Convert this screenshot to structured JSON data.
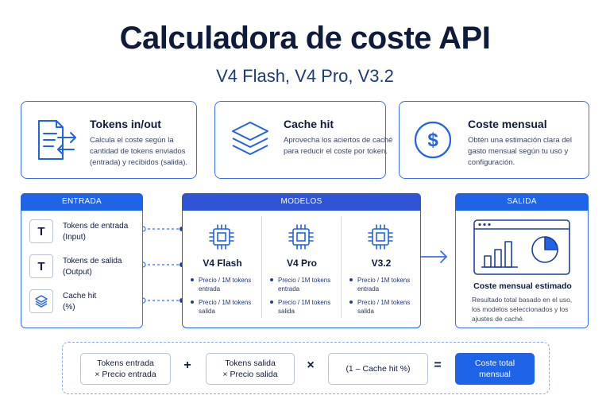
{
  "header": {
    "title": "Calculadora de coste API",
    "subtitle": "V4 Flash, V4 Pro, V3.2"
  },
  "cards": [
    {
      "title": "Tokens in/out",
      "desc": "Calcula el coste según la cantidad de tokens enviados (entrada) y recibidos (salida).",
      "icon": "document-arrows-icon"
    },
    {
      "title": "Cache hit",
      "desc": "Aprovecha los aciertos de caché para reducir el coste por token.",
      "icon": "layers-icon"
    },
    {
      "title": "Coste mensual",
      "desc": "Obtén una estimación clara del gasto mensual según tu uso y configuración.",
      "icon": "dollar-circle-icon"
    }
  ],
  "entrada": {
    "header": "ENTRADA",
    "items": [
      {
        "glyph": "T",
        "label": "Tokens de entrada",
        "sub": "(Input)"
      },
      {
        "glyph": "T",
        "label": "Tokens de salida",
        "sub": "(Output)"
      },
      {
        "glyph": "",
        "label": "Cache hit",
        "sub": "(%)",
        "icon": "layers-icon"
      }
    ]
  },
  "modelos": {
    "header": "MODELOS",
    "models": [
      {
        "name": "V4 Flash",
        "item1": "Precio / 1M tokens entrada",
        "item2": "Precio / 1M tokens salida"
      },
      {
        "name": "V4 Pro",
        "item1": "Precio / 1M tokens entrada",
        "item2": "Precio / 1M tokens salida"
      },
      {
        "name": "V3.2",
        "item1": "Precio / 1M tokens entrada",
        "item2": "Precio / 1M tokens salida"
      }
    ]
  },
  "salida": {
    "header": "SALIDA",
    "title": "Coste mensual estimado",
    "desc": "Resultado total basado en el uso, los modelos seleccionados y los ajustes de caché."
  },
  "formula": {
    "box1_line1": "Tokens entrada",
    "box1_line2": "× Precio entrada",
    "op1": "+",
    "box2_line1": "Tokens salida",
    "box2_line2": "× Precio salida",
    "op2": "×",
    "box3": "(1 – Cache hit %)",
    "op3": "=",
    "result_line1": "Coste total",
    "result_line2": "mensual"
  },
  "colors": {
    "primary": "#1f63e6",
    "models_header": "#2f55d4",
    "navy": "#0f1b3d",
    "border": "#3b6ef0"
  }
}
